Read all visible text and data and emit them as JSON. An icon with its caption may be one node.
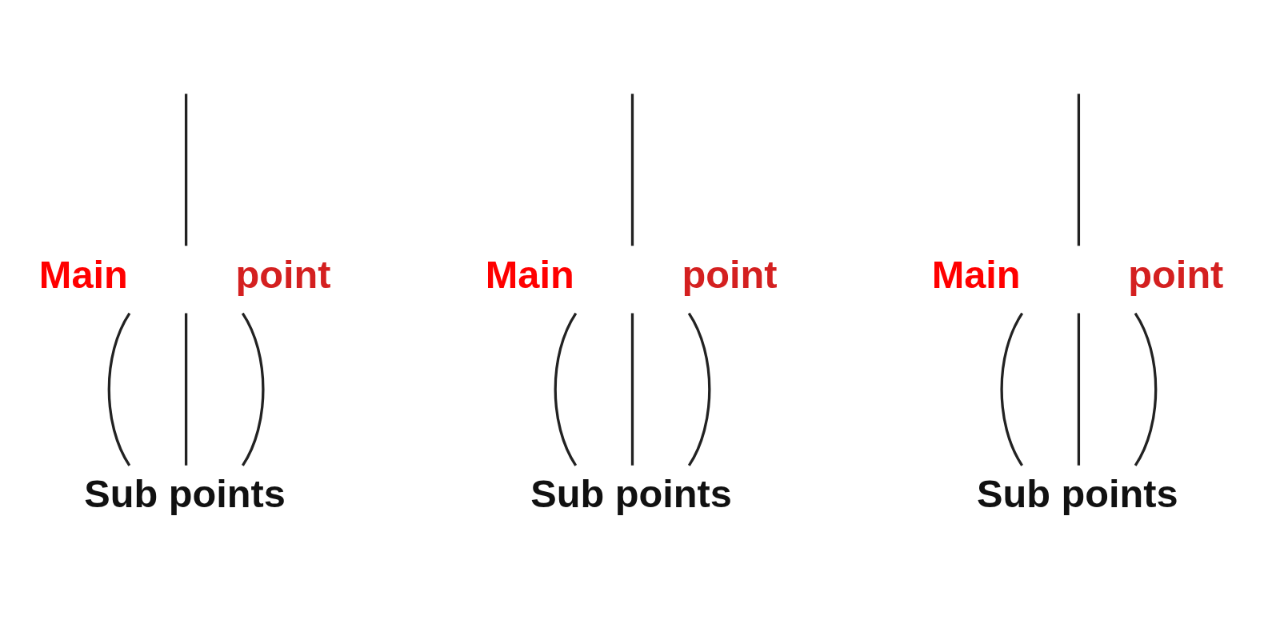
{
  "diagram": {
    "nodes": [
      {
        "text": [
          "Main",
          "point"
        ]
      },
      {
        "text": [
          "Main",
          "point"
        ]
      },
      {
        "text": [
          "Main",
          "point"
        ]
      },
      {
        "text": [
          "Sub points"
        ]
      },
      {
        "text": [
          "Sub points"
        ]
      },
      {
        "text": [
          "Sub points"
        ]
      }
    ],
    "edges": [
      {
        "from": null,
        "to": 0,
        "arrow": "none"
      },
      {
        "from": null,
        "to": 1,
        "arrow": "none"
      },
      {
        "from": null,
        "to": 2,
        "arrow": "none"
      },
      {
        "from": 0,
        "to": 3,
        "arrow": "none"
      },
      {
        "from": 0,
        "to": 3,
        "arrow": "none"
      },
      {
        "from": 0,
        "to": 3,
        "arrow": "none"
      },
      {
        "from": 1,
        "to": 4,
        "arrow": "none"
      },
      {
        "from": 1,
        "to": 4,
        "arrow": "none"
      },
      {
        "from": 1,
        "to": 4,
        "arrow": "none"
      },
      {
        "from": 2,
        "to": 5,
        "arrow": "none"
      },
      {
        "from": 2,
        "to": 5,
        "arrow": "none"
      },
      {
        "from": 2,
        "to": 5,
        "arrow": "none"
      }
    ]
  }
}
